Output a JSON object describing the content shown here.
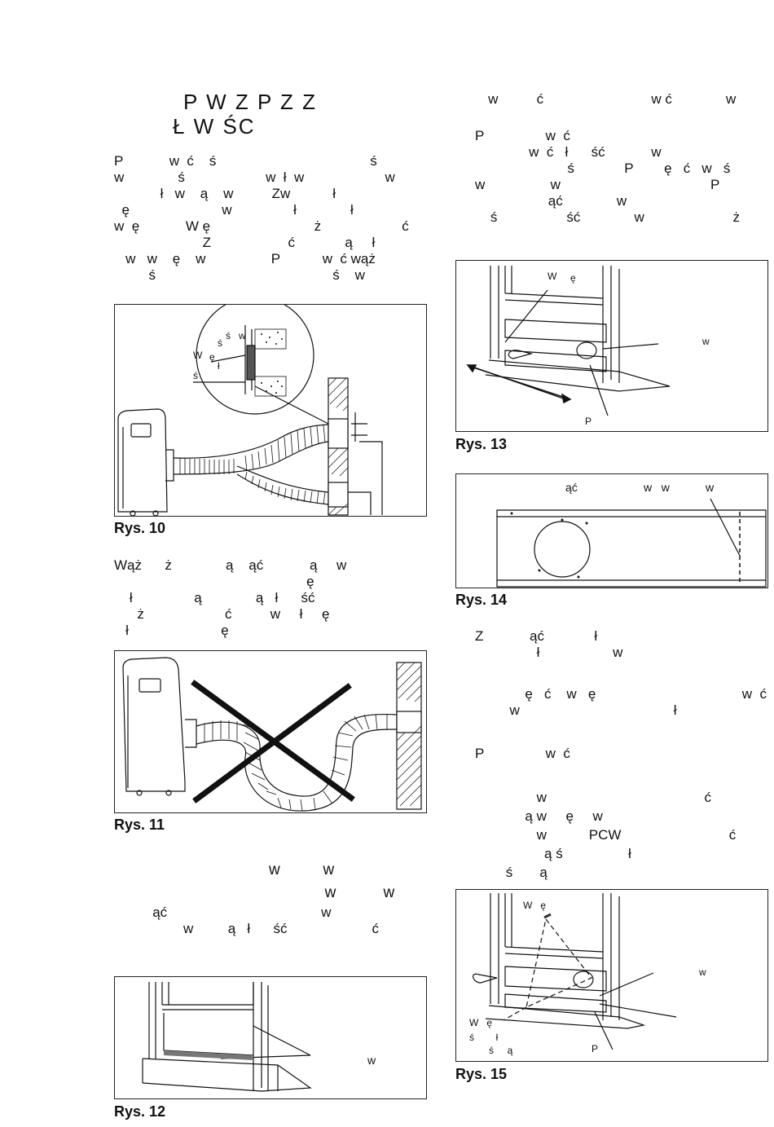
{
  "left_column": {
    "heading": [
      "P    W    Z         P  Z  Z",
      "Ł W ŚC"
    ],
    "para1": [
      "P            w  ć    ś                                        ś",
      "w              ś                     w  ł  w                     w",
      "            ł   w    ą    w          Zw           ł",
      "  ę                        w                ł              ł",
      "w  ę            W ę                           ż                     ć",
      "                       Z                    ć             ą     ł",
      "   w   w    ę    w                 P           w  ć wąż",
      "         ś                                              ś    w"
    ],
    "para2": [
      "Wąż      ż              ą    ąć            ą     w",
      "                                                  ę",
      "    ł                ą              ą   ł      ść",
      "      ż                     ć          w     ł     ę",
      "   ł                        ę"
    ],
    "para3": [
      "                                    w          w",
      "                                                 w           w",
      "",
      "          ąć                                        w",
      "                  w         ą   ł      ść                      ć"
    ]
  },
  "right_column": {
    "para1": [
      "   w          ć                            w ć              w"
    ],
    "para2": [
      "P                w  ć",
      "              w  ć   ł      ść            w",
      "                        ś             P        ę   ć   w   ś",
      "w                 w                                       P",
      "                   ąć              w",
      "    ś                  ść              w                       ż"
    ],
    "para3": [
      "Z            ąć             ł",
      "                ł                   w"
    ],
    "para4": [
      "             ę   ć    w   ę                                      w  ć",
      "         w                                        ł"
    ],
    "para5": [
      "P                w  ć"
    ],
    "para6": [
      "                w                                         ć",
      "             ą w     ę     w",
      "                w           PCW                            ć",
      "                  ą ś                 ł",
      "        ś       ą"
    ]
  },
  "figures": {
    "rys10": {
      "caption": "Rys. 10",
      "labels": [
        "ś",
        "ś",
        "w",
        "W",
        "ę",
        "ł",
        "ś"
      ]
    },
    "rys11": {
      "caption": "Rys. 11"
    },
    "rys12": {
      "caption": "Rys. 12",
      "labels": [
        "w"
      ]
    },
    "rys13": {
      "caption": "Rys. 13",
      "labels": [
        "W",
        "ę",
        "w",
        "P"
      ]
    },
    "rys14": {
      "caption": "Rys. 14",
      "labels": [
        "ąć",
        "w   w",
        "w"
      ]
    },
    "rys15": {
      "caption": "Rys. 15",
      "labels": [
        "W   ę",
        "w",
        "W   ę",
        "ś        ł",
        "ś     ą",
        "P"
      ]
    }
  }
}
